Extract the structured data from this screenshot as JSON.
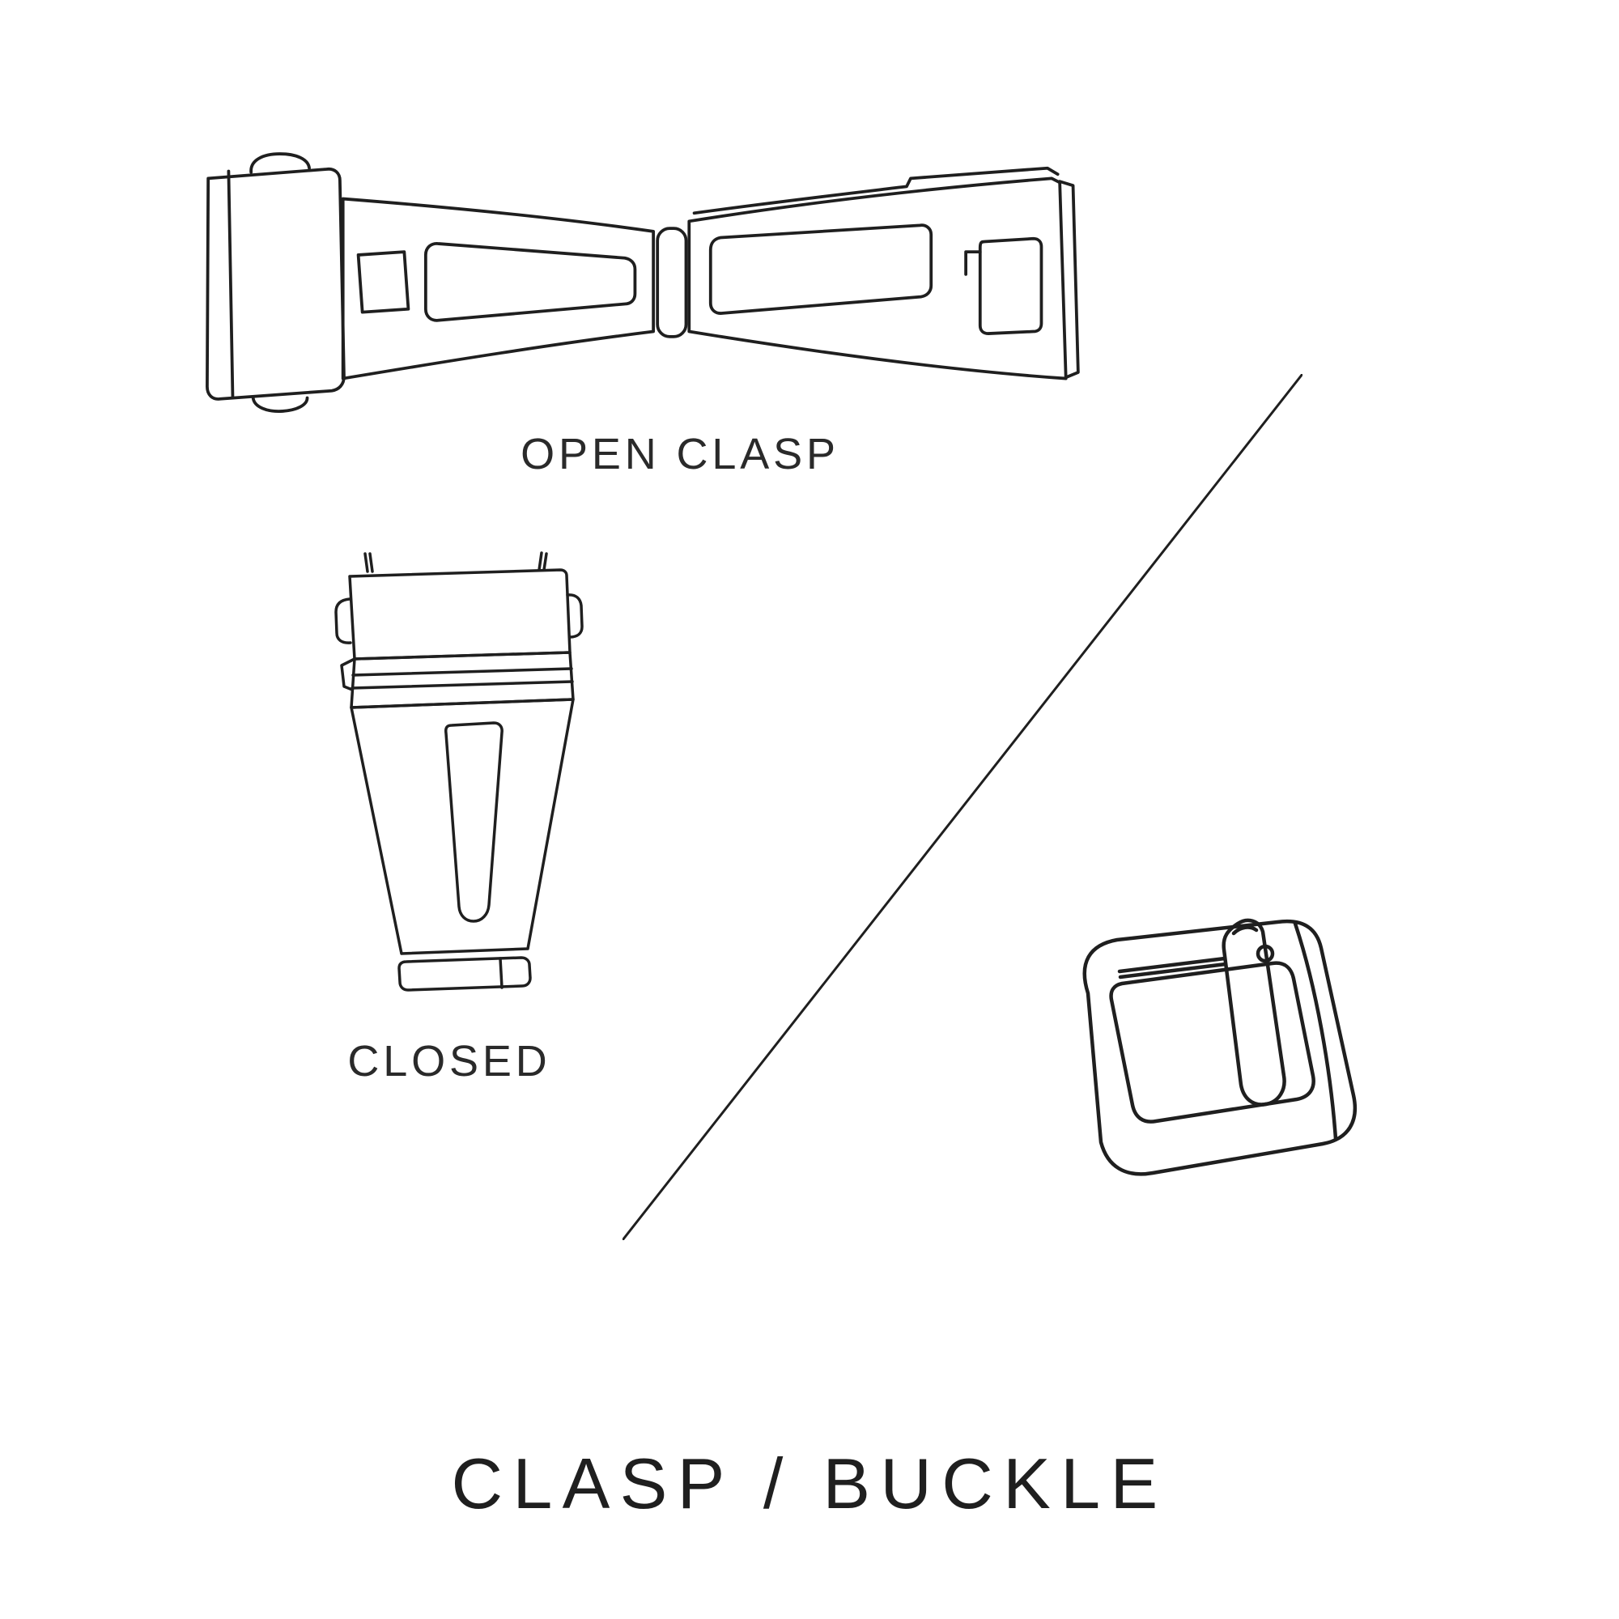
{
  "page": {
    "background_color": "#ffffff",
    "line_color": "#1f1f1f"
  },
  "title": "CLASP / BUCKLE",
  "figures": {
    "open_clasp": {
      "label": "OPEN CLASP"
    },
    "closed_clasp": {
      "label": "CLOSED"
    },
    "buckle": {
      "name": "tang-buckle-illustration"
    }
  }
}
